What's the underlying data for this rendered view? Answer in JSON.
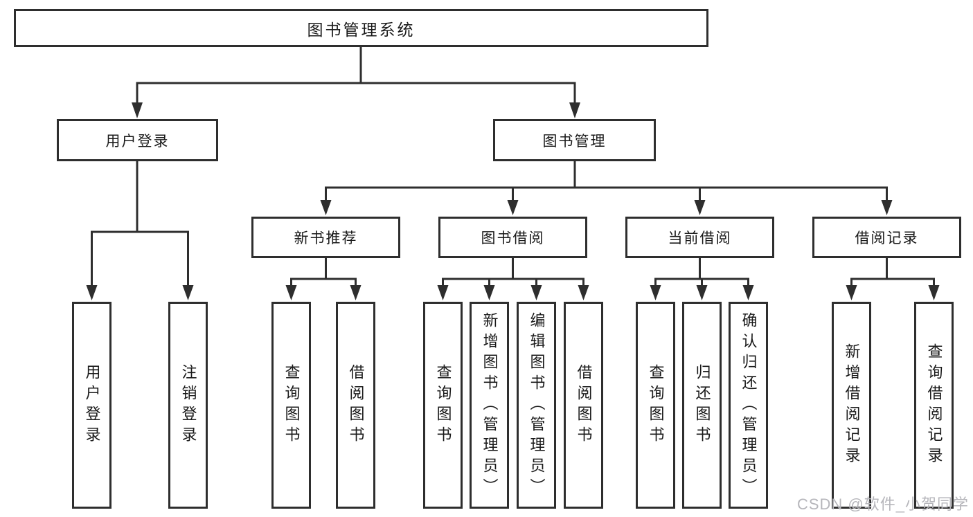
{
  "diagram": {
    "type": "tree",
    "colors": {
      "line": "#2e2e2e",
      "text": "#1a1a1a",
      "background": "#ffffff",
      "watermark": "#b6b6bb"
    },
    "tree": {
      "label": "图书管理系统",
      "children": [
        {
          "label": "用户登录",
          "children": [
            {
              "label": "用户登录"
            },
            {
              "label": "注销登录"
            }
          ]
        },
        {
          "label": "图书管理",
          "children": [
            {
              "label": "新书推荐",
              "children": [
                {
                  "label": "查询图书"
                },
                {
                  "label": "借阅图书"
                }
              ]
            },
            {
              "label": "图书借阅",
              "children": [
                {
                  "label": "查询图书"
                },
                {
                  "label": "新增图书（管理员）"
                },
                {
                  "label": "编辑图书（管理员）"
                },
                {
                  "label": "借阅图书"
                }
              ]
            },
            {
              "label": "当前借阅",
              "children": [
                {
                  "label": "查询图书"
                },
                {
                  "label": "归还图书"
                },
                {
                  "label": "确认归还（管理员）"
                }
              ]
            },
            {
              "label": "借阅记录",
              "children": [
                {
                  "label": "新增借阅记录"
                },
                {
                  "label": "查询借阅记录"
                }
              ]
            }
          ]
        }
      ]
    },
    "watermark": "CSDN @软件_小贺同学"
  }
}
